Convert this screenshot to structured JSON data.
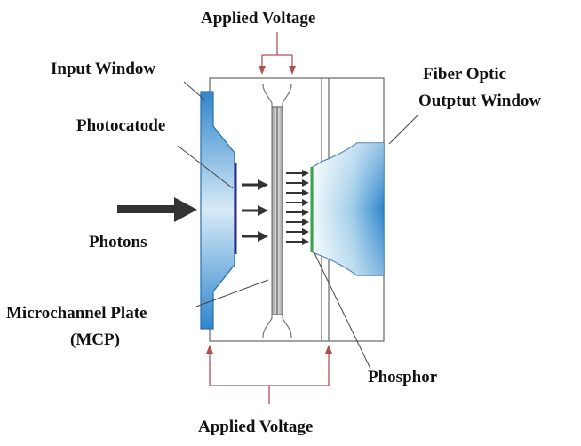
{
  "labels": {
    "applied_voltage_top": "Applied Voltage",
    "applied_voltage_bottom": "Applied Voltage",
    "input_window": "Input Window",
    "photocatode": "Photocatode",
    "photons": "Photons",
    "microchannel_plate_line1": "Microchannel Plate",
    "microchannel_plate_line2": "(MCP)",
    "fiber_optic_line1": "Fiber Optic",
    "fiber_optic_line2": "Outptut Window",
    "phosphor": "Phosphor"
  },
  "colors": {
    "window_blue": "#3a8fd0",
    "window_light": "#e8f3fb",
    "photocathode": "#2a2a8a",
    "phosphor": "#3aa24a",
    "wire": "#b05050",
    "arrow": "#333333",
    "outline": "#555555"
  },
  "icons": {
    "photon_arrow": "large-right-arrow",
    "electron_arrow": "small-right-arrow"
  }
}
